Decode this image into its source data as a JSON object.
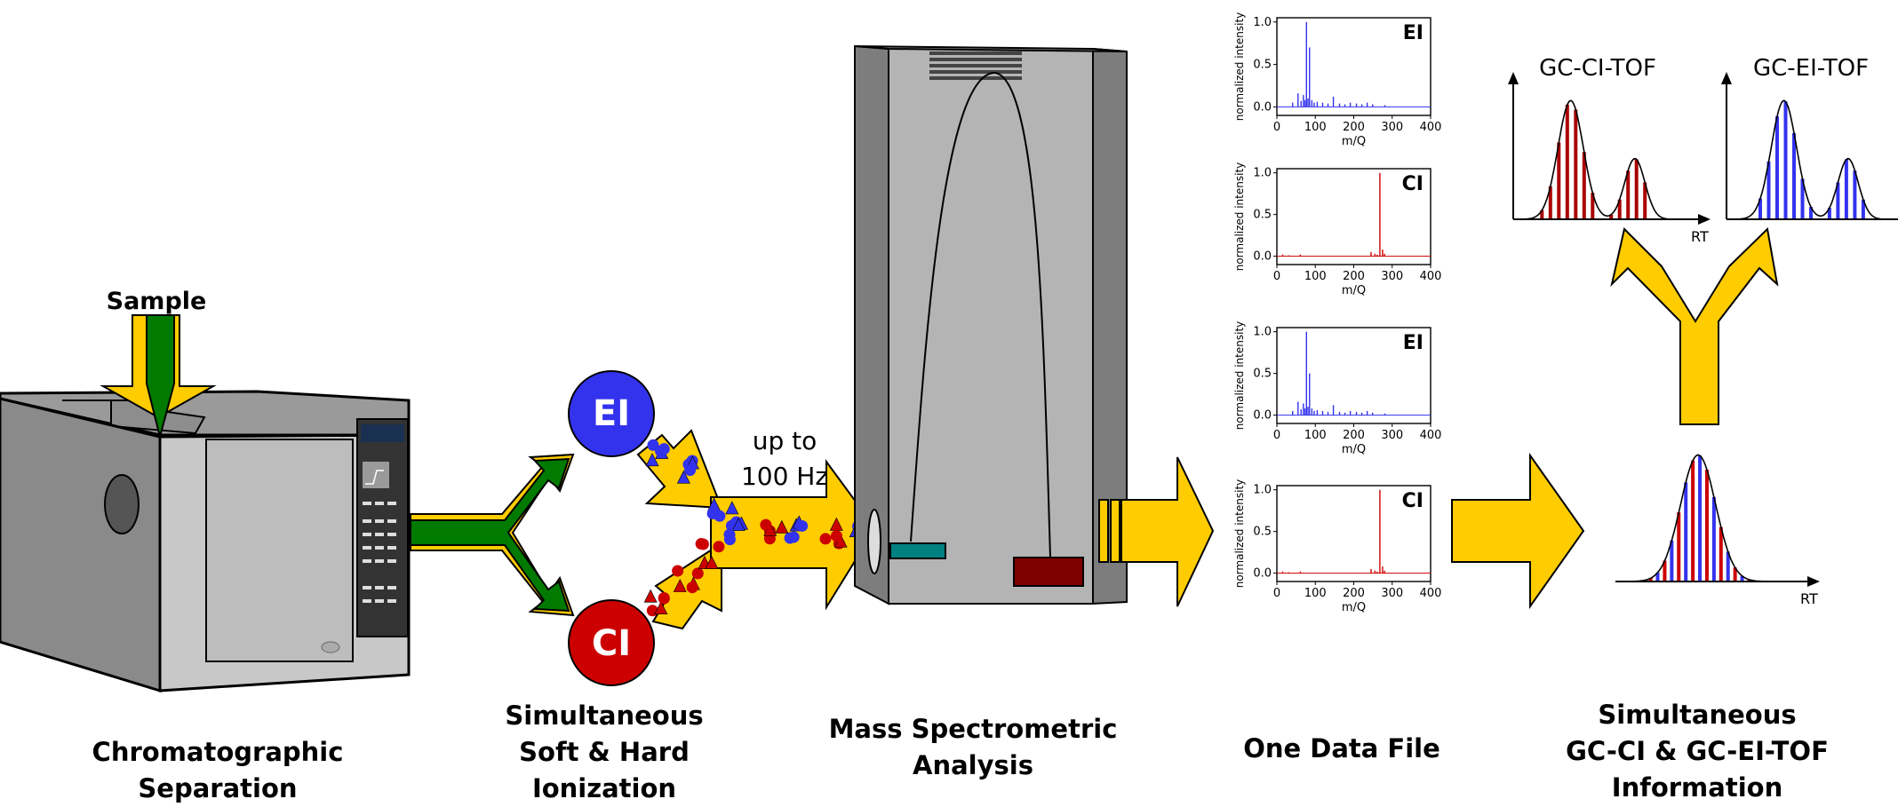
{
  "colors": {
    "yellow": "#ffcc00",
    "green": "#007a00",
    "ei_blue": "#3333ee",
    "ci_red": "#cc0000",
    "machine_gray": "#8a8a8a",
    "light_gray": "#c8c8c8",
    "tof_inner": "#b4b4b4",
    "teal": "#008080",
    "dark_red": "#800000"
  },
  "labels": {
    "sample": "Sample",
    "ei": "EI",
    "ci": "CI",
    "rate_line1": "up to",
    "rate_line2": "100 Hz"
  },
  "captions": {
    "chromatographic": [
      "Chromatographic",
      "Separation"
    ],
    "ionization": [
      "Simultaneous",
      "Soft & Hard",
      "Ionization"
    ],
    "mass": [
      "Mass Spectrometric",
      "Analysis"
    ],
    "datafile": [
      "One Data File"
    ],
    "information": [
      "Simultaneous",
      "GC-CI & GC-EI-TOF",
      "Information"
    ]
  },
  "chart_data": [
    {
      "type": "bar",
      "label": "EI",
      "color": "#3333ee",
      "xlabel": "m/Q",
      "ylabel": "normalized intensity",
      "xlim": [
        0,
        400
      ],
      "ylim": [
        0,
        1.0
      ],
      "xticks": [
        "0",
        "100",
        "200",
        "300",
        "400"
      ],
      "yticks": [
        "0.0",
        "0.5",
        "1.0"
      ],
      "peaks": [
        [
          41,
          0.05
        ],
        [
          55,
          0.16
        ],
        [
          63,
          0.07
        ],
        [
          69,
          0.14
        ],
        [
          73,
          0.08
        ],
        [
          77,
          1.0
        ],
        [
          81,
          0.1
        ],
        [
          85,
          0.7
        ],
        [
          91,
          0.08
        ],
        [
          97,
          0.05
        ],
        [
          105,
          0.06
        ],
        [
          119,
          0.05
        ],
        [
          133,
          0.04
        ],
        [
          147,
          0.12
        ],
        [
          163,
          0.04
        ],
        [
          177,
          0.03
        ],
        [
          191,
          0.05
        ],
        [
          207,
          0.04
        ],
        [
          221,
          0.03
        ],
        [
          235,
          0.05
        ],
        [
          249,
          0.03
        ],
        [
          281,
          0.02
        ]
      ]
    },
    {
      "type": "bar",
      "label": "CI",
      "color": "#cc0000",
      "xlabel": "m/Q",
      "ylabel": "normalized intensity",
      "xlim": [
        0,
        400
      ],
      "ylim": [
        0,
        1.0
      ],
      "xticks": [
        "0",
        "100",
        "200",
        "300",
        "400"
      ],
      "yticks": [
        "0.0",
        "0.5",
        "1.0"
      ],
      "peaks": [
        [
          15,
          0.02
        ],
        [
          31,
          0.01
        ],
        [
          61,
          0.02
        ],
        [
          245,
          0.05
        ],
        [
          255,
          0.03
        ],
        [
          261,
          0.02
        ],
        [
          268,
          1.0
        ],
        [
          275,
          0.08
        ],
        [
          280,
          0.03
        ]
      ]
    },
    {
      "type": "bar",
      "label": "EI",
      "color": "#3333ee",
      "xlabel": "m/Q",
      "ylabel": "normalized intensity",
      "xlim": [
        0,
        400
      ],
      "ylim": [
        0,
        1.0
      ],
      "xticks": [
        "0",
        "100",
        "200",
        "300",
        "400"
      ],
      "yticks": [
        "0.0",
        "0.5",
        "1.0"
      ],
      "peaks": [
        [
          41,
          0.05
        ],
        [
          55,
          0.16
        ],
        [
          63,
          0.07
        ],
        [
          69,
          0.14
        ],
        [
          73,
          0.08
        ],
        [
          77,
          1.0
        ],
        [
          81,
          0.1
        ],
        [
          85,
          0.5
        ],
        [
          91,
          0.08
        ],
        [
          97,
          0.05
        ],
        [
          105,
          0.06
        ],
        [
          119,
          0.05
        ],
        [
          133,
          0.04
        ],
        [
          147,
          0.12
        ],
        [
          163,
          0.04
        ],
        [
          177,
          0.03
        ],
        [
          191,
          0.05
        ],
        [
          207,
          0.04
        ],
        [
          221,
          0.03
        ],
        [
          235,
          0.05
        ],
        [
          249,
          0.03
        ],
        [
          281,
          0.02
        ]
      ]
    },
    {
      "type": "bar",
      "label": "CI",
      "color": "#cc0000",
      "xlabel": "m/Q",
      "ylabel": "normalized intensity",
      "xlim": [
        0,
        400
      ],
      "ylim": [
        0,
        1.0
      ],
      "xticks": [
        "0",
        "100",
        "200",
        "300",
        "400"
      ],
      "yticks": [
        "0.0",
        "0.5",
        "1.0"
      ],
      "peaks": [
        [
          15,
          0.02
        ],
        [
          31,
          0.01
        ],
        [
          61,
          0.02
        ],
        [
          245,
          0.05
        ],
        [
          255,
          0.03
        ],
        [
          261,
          0.02
        ],
        [
          268,
          1.0
        ],
        [
          275,
          0.08
        ],
        [
          280,
          0.03
        ]
      ]
    },
    {
      "type": "line",
      "title": "GC-CI-TOF",
      "xlabel": "RT",
      "color": "#aa0000",
      "peaks": [
        {
          "center": 0.34,
          "height": 0.88,
          "width": 0.075
        },
        {
          "center": 0.72,
          "height": 0.45,
          "width": 0.06
        }
      ],
      "bars": [
        0.17,
        0.22,
        0.27,
        0.32,
        0.37,
        0.42,
        0.47,
        0.58,
        0.63,
        0.68,
        0.73,
        0.78
      ]
    },
    {
      "type": "line",
      "title": "GC-EI-TOF",
      "xlabel": "RT",
      "color": "#3333ee",
      "peaks": [
        {
          "center": 0.34,
          "height": 0.88,
          "width": 0.075
        },
        {
          "center": 0.72,
          "height": 0.45,
          "width": 0.06
        }
      ],
      "bars": [
        0.2,
        0.25,
        0.3,
        0.35,
        0.4,
        0.45,
        0.5,
        0.61,
        0.66,
        0.71,
        0.76,
        0.81
      ]
    },
    {
      "type": "line",
      "title": "",
      "xlabel": "RT",
      "color_a": "#cc0000",
      "color_b": "#3333ee",
      "peaks": [
        {
          "center": 0.47,
          "height": 0.92,
          "width": 0.1
        }
      ],
      "bars": [
        0.2,
        0.24,
        0.28,
        0.32,
        0.36,
        0.4,
        0.44,
        0.48,
        0.52,
        0.56,
        0.6,
        0.64,
        0.68,
        0.72,
        0.76
      ]
    }
  ]
}
